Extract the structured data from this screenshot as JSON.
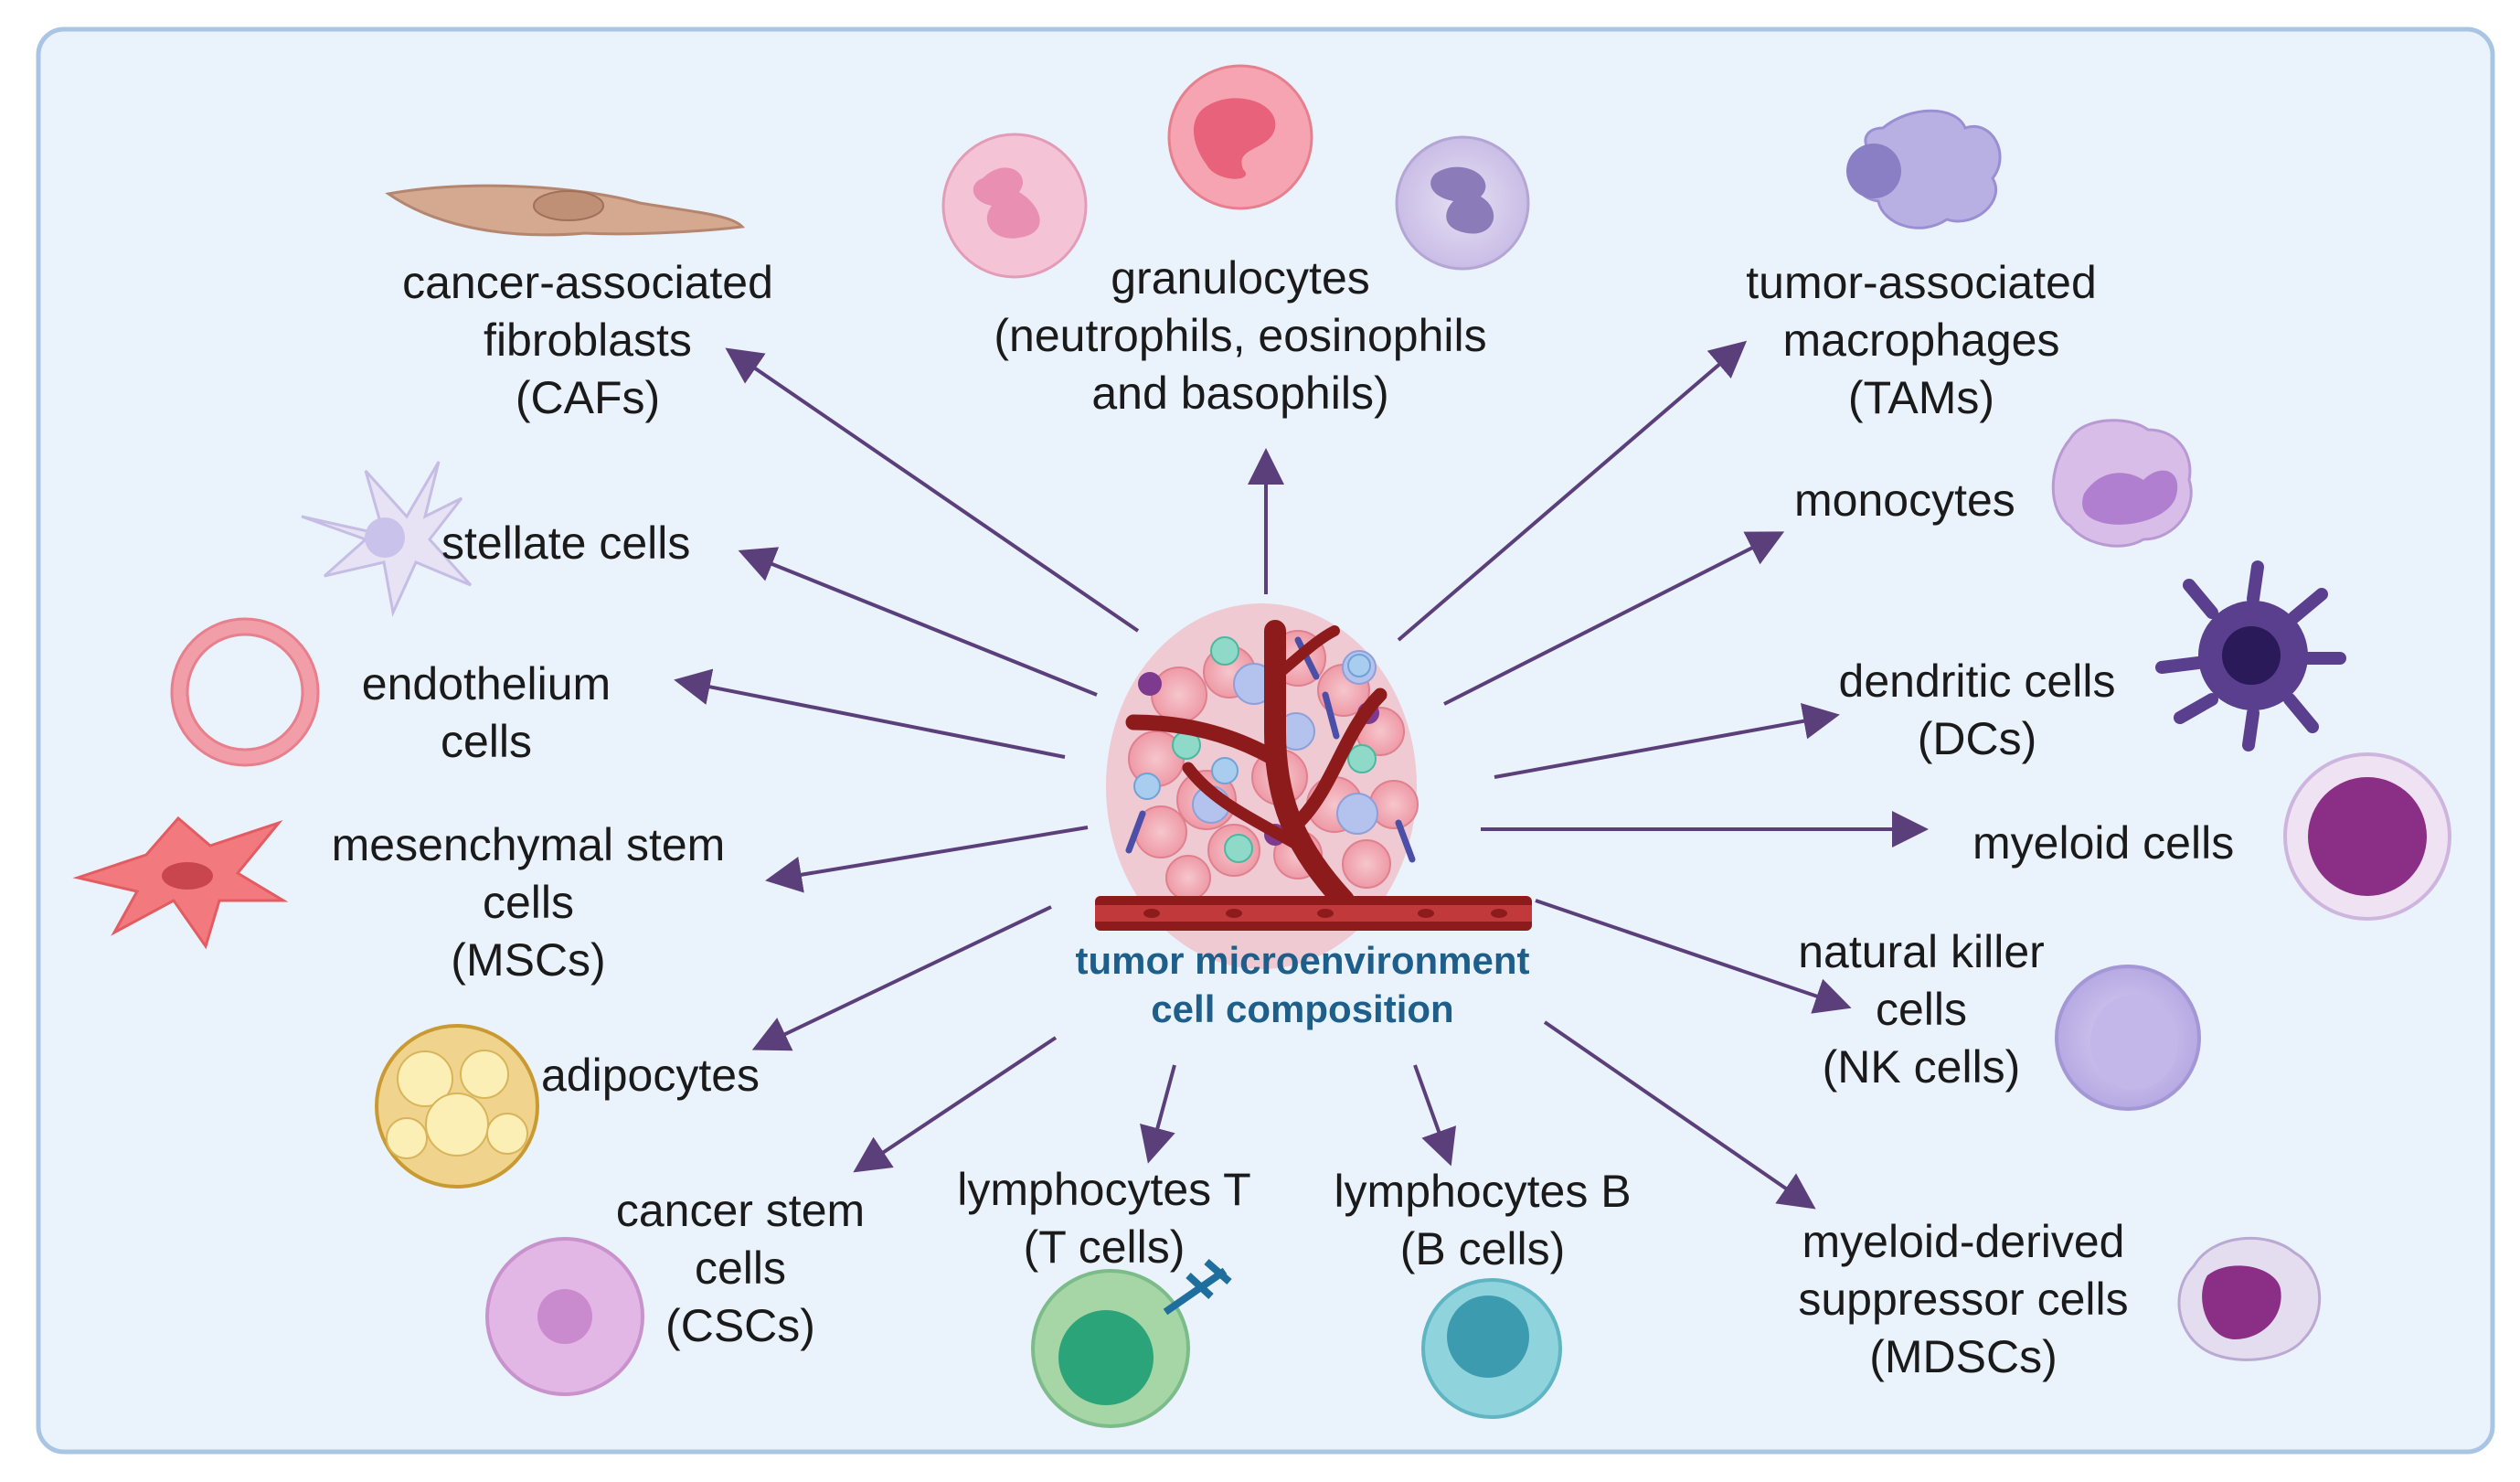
{
  "center": {
    "line1": "tumor microenvironment",
    "line2": "cell composition"
  },
  "cells": {
    "cafs": [
      "cancer-associated",
      "fibroblasts",
      "(CAFs)"
    ],
    "granulocytes": [
      "granulocytes",
      "(neutrophils, eosinophils",
      "and basophils)"
    ],
    "tams": [
      "tumor-associated",
      "macrophages",
      "(TAMs)"
    ],
    "stellate": [
      "stellate cells"
    ],
    "monocytes": [
      "monocytes"
    ],
    "endothelium": [
      "endothelium",
      "cells"
    ],
    "dcs": [
      "dendritic cells",
      "(DCs)"
    ],
    "mscs": [
      "mesenchymal stem",
      "cells",
      "(MSCs)"
    ],
    "myeloid": [
      "myeloid cells"
    ],
    "adipocytes": [
      "adipocytes"
    ],
    "nk": [
      "natural killer",
      "cells",
      "(NK cells)"
    ],
    "cscs": [
      "cancer stem",
      "cells",
      "(CSCs)"
    ],
    "tcells": [
      "lymphocytes T",
      "(T cells)"
    ],
    "bcells": [
      "lymphocytes B",
      "(B cells)"
    ],
    "mdscs": [
      "myeloid-derived",
      "suppressor cells",
      "(MDSCs)"
    ]
  },
  "colors": {
    "frame_fill": "#eaf2fb",
    "frame_stroke": "#a9c5e3",
    "arrow": "#5a3f7a",
    "center_text": "#1d5f8a",
    "vessel": "#8e1b1b"
  }
}
